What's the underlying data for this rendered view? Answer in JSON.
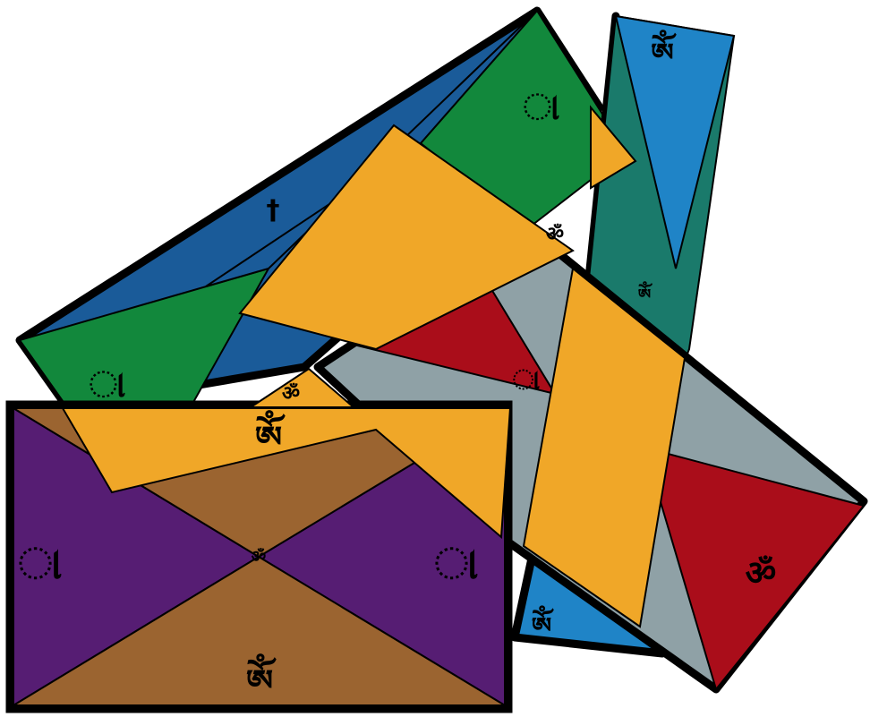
{
  "colors": {
    "outline": "#000000",
    "blue": "#1a5b99",
    "green": "#12883c",
    "orange": "#f0a728",
    "light_blue": "#1f84c7",
    "teal": "#1a7a6b",
    "gray": "#8fa1a6",
    "red": "#aa0d1a",
    "purple": "#561d73",
    "brown": "#9b6430"
  },
  "pieces": [
    {
      "name": "blue-panel-left",
      "color": "blue"
    },
    {
      "name": "blue-panel-right",
      "color": "blue"
    },
    {
      "name": "green-triangle-upper",
      "color": "green"
    },
    {
      "name": "green-triangle-lower",
      "color": "green"
    },
    {
      "name": "light-blue-strip-left",
      "color": "light_blue"
    },
    {
      "name": "teal-strip-center",
      "color": "teal"
    },
    {
      "name": "light-blue-strip-right",
      "color": "light_blue"
    },
    {
      "name": "gray-panel",
      "color": "gray"
    },
    {
      "name": "red-triangle-upper",
      "color": "red"
    },
    {
      "name": "red-triangle-lower",
      "color": "red"
    },
    {
      "name": "purple-triangle-left",
      "color": "purple"
    },
    {
      "name": "purple-triangle-right",
      "color": "purple"
    },
    {
      "name": "brown-triangle-top",
      "color": "brown"
    },
    {
      "name": "brown-triangle-bottom",
      "color": "brown"
    },
    {
      "name": "orange-parallelogram-center",
      "color": "orange"
    },
    {
      "name": "orange-parallelogram-right",
      "color": "orange"
    },
    {
      "name": "orange-bar-left",
      "color": "orange"
    }
  ]
}
